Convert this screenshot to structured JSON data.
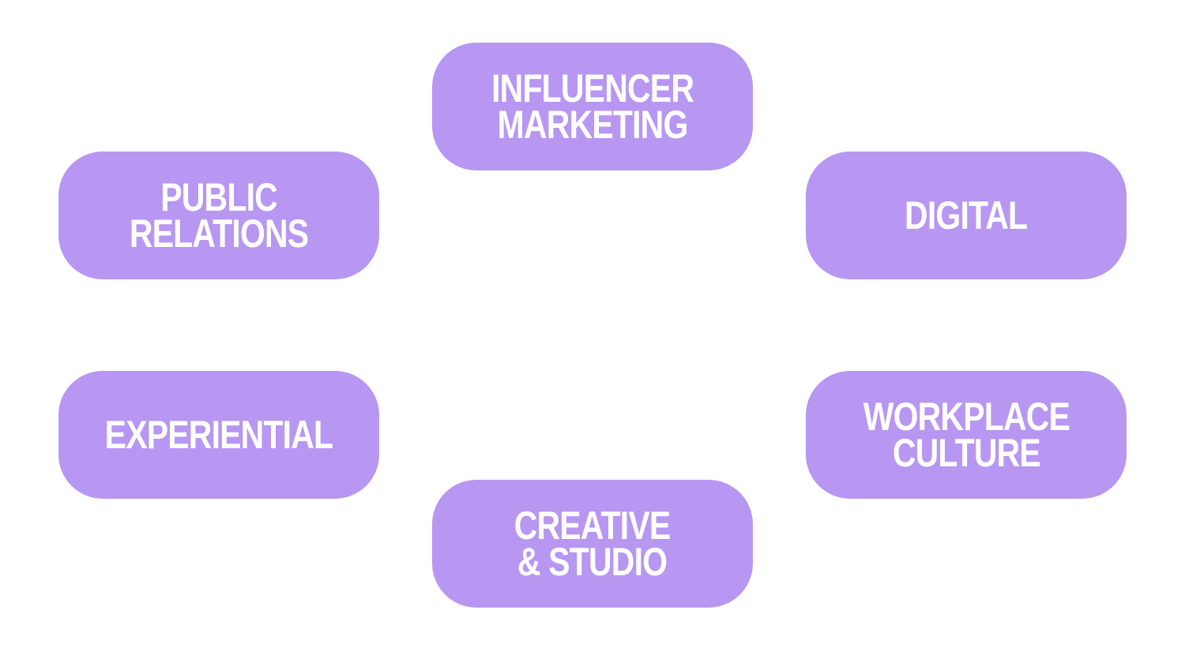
{
  "accent_color": "#b797f1",
  "label_color": "#ffffff",
  "services": {
    "influencer_marketing": {
      "line1": "INFLUENCER",
      "line2": "MARKETING"
    },
    "public_relations": {
      "line1": "PUBLIC",
      "line2": "RELATIONS"
    },
    "digital": {
      "line1": "DIGITAL"
    },
    "experiential": {
      "line1": "EXPERIENTIAL"
    },
    "workplace_culture": {
      "line1": "WORKPLACE",
      "line2": "CULTURE"
    },
    "creative_studio": {
      "line1": "CREATIVE",
      "line2": "& STUDIO"
    }
  }
}
